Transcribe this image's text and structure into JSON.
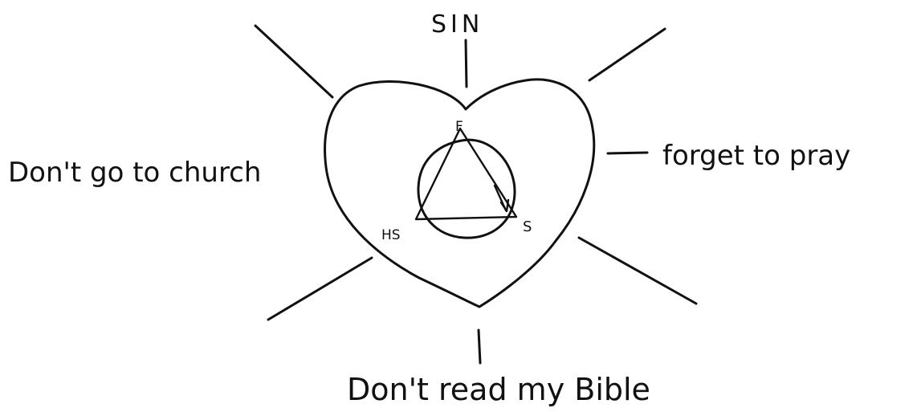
{
  "labels": {
    "top": "SIN",
    "left": "Don't go to church",
    "right": "forget to pray",
    "bottom": "Don't read my Bible"
  },
  "triangle": {
    "top": "F",
    "left": "HS",
    "right": "S"
  },
  "colors": {
    "ink": "#111111",
    "paper": "#ffffff"
  }
}
